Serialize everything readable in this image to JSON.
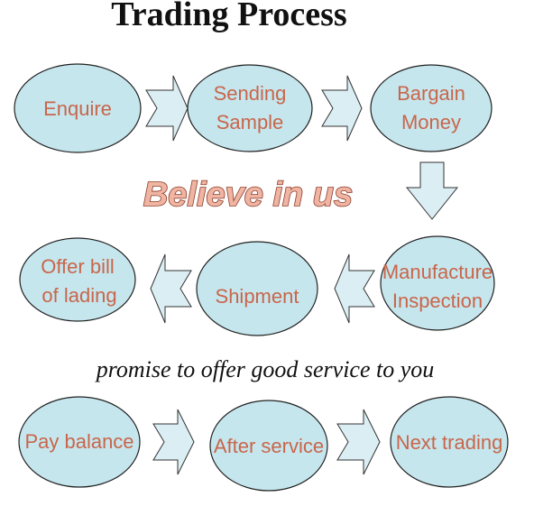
{
  "title": "Trading Process",
  "slogan": "Believe in us",
  "tagline": "promise to offer good service to you",
  "colors": {
    "node_fill": "#c6e6ee",
    "node_stroke": "#222222",
    "label": "#c8664a",
    "arrow_fill": "#dbeef3",
    "slogan_fill": "#f0b4a2",
    "slogan_outline": "#8a3d2a"
  },
  "nodes": {
    "enquire": {
      "lines": [
        "Enquire"
      ]
    },
    "sending_sample": {
      "lines": [
        "Sending",
        "Sample"
      ]
    },
    "bargain_money": {
      "lines": [
        "Bargain",
        "Money"
      ]
    },
    "manufacture_inspection": {
      "lines": [
        "Manufacture",
        "Inspection"
      ]
    },
    "shipment": {
      "lines": [
        "Shipment"
      ]
    },
    "offer_bill": {
      "lines": [
        "Offer bill",
        "of lading"
      ]
    },
    "pay_balance": {
      "lines": [
        "Pay balance"
      ]
    },
    "after_service": {
      "lines": [
        "After service"
      ]
    },
    "next_trading": {
      "lines": [
        "Next trading"
      ]
    }
  },
  "arrows": [
    {
      "from": "enquire",
      "to": "sending_sample",
      "direction": "right"
    },
    {
      "from": "sending_sample",
      "to": "bargain_money",
      "direction": "right"
    },
    {
      "from": "bargain_money",
      "to": "manufacture_inspection",
      "direction": "down"
    },
    {
      "from": "manufacture_inspection",
      "to": "shipment",
      "direction": "left"
    },
    {
      "from": "shipment",
      "to": "offer_bill",
      "direction": "left"
    },
    {
      "from": "pay_balance",
      "to": "after_service",
      "direction": "right"
    },
    {
      "from": "after_service",
      "to": "next_trading",
      "direction": "right"
    }
  ]
}
